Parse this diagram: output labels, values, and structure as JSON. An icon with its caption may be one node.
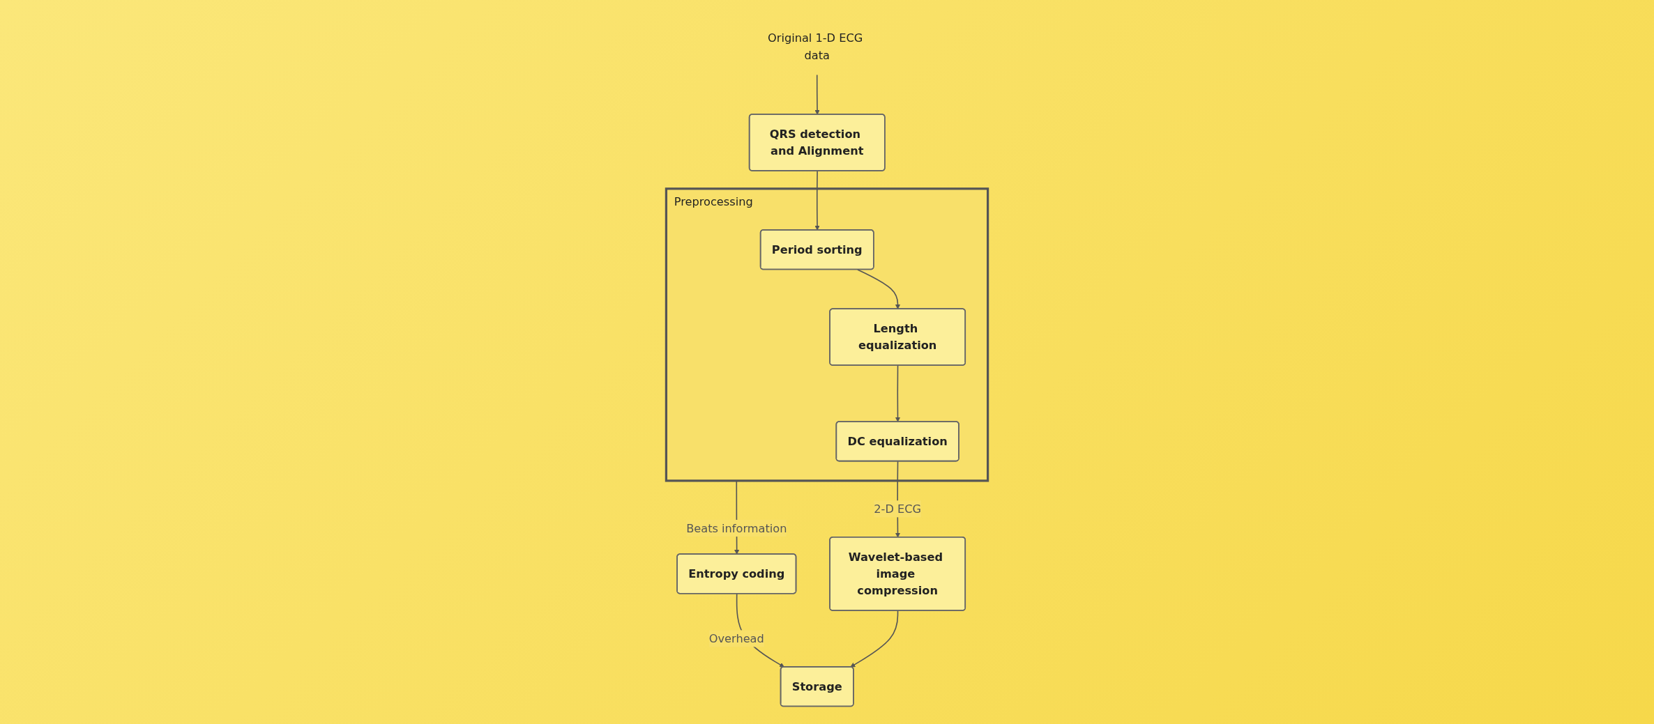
{
  "diagram": {
    "nodes": [
      {
        "text": [
          "Original 1-D ECG data"
        ]
      },
      {
        "text": [
          "QRS detection and Alignment"
        ]
      },
      {
        "text": [
          "Preprocessing"
        ]
      },
      {
        "text": [
          "Period sorting"
        ],
        "in": 2
      },
      {
        "text": [
          "Length equalization"
        ],
        "in": 2
      },
      {
        "text": [
          "DC equalization"
        ],
        "in": 2
      },
      {
        "text": [
          "Entropy coding"
        ]
      },
      {
        "text": [
          "Storage"
        ]
      },
      {
        "text": [
          "Wavelet-based image compression"
        ]
      }
    ],
    "edges": [
      {
        "from": 0,
        "to": 1,
        "arrow": "to"
      },
      {
        "from": 1,
        "to": 3,
        "arrow": "to"
      },
      {
        "from": 3,
        "to": 4,
        "arrow": "to"
      },
      {
        "from": 4,
        "to": 5,
        "arrow": "to"
      },
      {
        "from": 2,
        "to": 6,
        "arrow": "to",
        "label": "Beats information"
      },
      {
        "from": 6,
        "to": 7,
        "arrow": "to",
        "label": "Overhead"
      },
      {
        "from": 5,
        "to": 8,
        "arrow": "to",
        "label": "2-D ECG"
      },
      {
        "from": 8,
        "to": 7,
        "arrow": "to"
      }
    ]
  }
}
